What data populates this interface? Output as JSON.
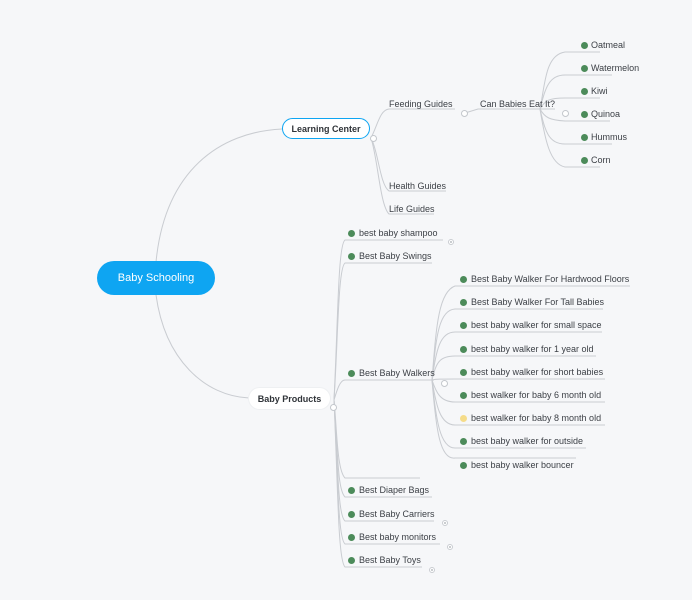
{
  "root": "Baby Schooling",
  "learning_center": {
    "label": "Learning Center",
    "feeding_guides": "Feeding Guides",
    "can_babies_eat": "Can Babies Eat It?",
    "foods": [
      "Oatmeal",
      "Watermelon",
      "Kiwi",
      "Quinoa",
      "Hummus",
      "Corn"
    ],
    "health_guides": "Health Guides",
    "life_guides": "Life Guides"
  },
  "baby_products": {
    "label": "Baby Products",
    "items": [
      "best baby shampoo",
      "Best Baby Swings",
      "Best Baby Walkers",
      "Best Diaper Bags",
      "Best Baby Carriers",
      "Best baby monitors",
      "Best Baby Toys"
    ],
    "walkers": [
      "Best Baby Walker For Hardwood Floors",
      "Best Baby Walker For Tall Babies",
      "best baby walker for small space",
      "best baby walker for 1 year old",
      "best baby walker for short babies",
      "best walker for baby 6 month old",
      "best walker for baby 8 month old",
      "best baby walker for outside",
      "best baby walker bouncer"
    ]
  },
  "colors": {
    "root_fill": "#0ea5f2",
    "dot_green": "#4c8b5a",
    "dot_highlight": "#f5dc8a",
    "line": "#c9ccd1"
  }
}
